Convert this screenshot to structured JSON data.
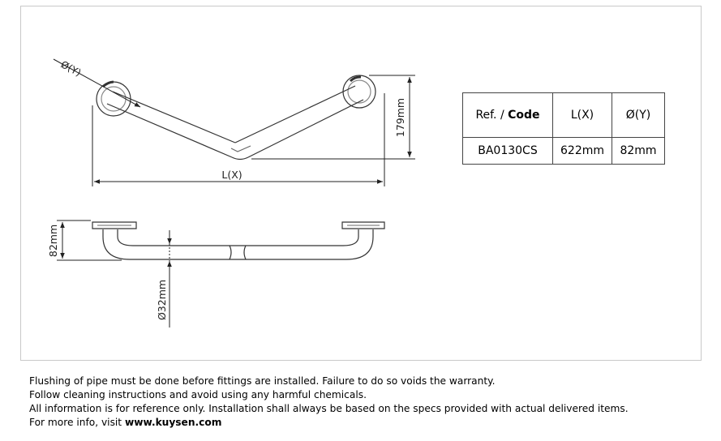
{
  "drawing": {
    "dim_diameter_y": "Ø(Y)",
    "dim_length_x": "L(X)",
    "dim_height": "179mm",
    "dim_projection": "82mm",
    "dim_tube_diameter": "Ø32mm"
  },
  "table": {
    "header_ref": "Ref. / ",
    "header_code": "Code",
    "header_lx": "L(X)",
    "header_y": "Ø(Y)",
    "row_code": "BA0130CS",
    "row_length": "622mm",
    "row_diameter": "82mm"
  },
  "notes": {
    "line1": "Flushing of pipe must be done before fittings are installed. Failure to do so voids the warranty.",
    "line2": "Follow cleaning instructions and avoid using any harmful chemicals.",
    "line3": "All information is for reference only. Installation shall always be based on the specs provided with actual delivered items.",
    "line4_prefix": "For more info, visit ",
    "line4_link": "www.kuysen.com"
  }
}
